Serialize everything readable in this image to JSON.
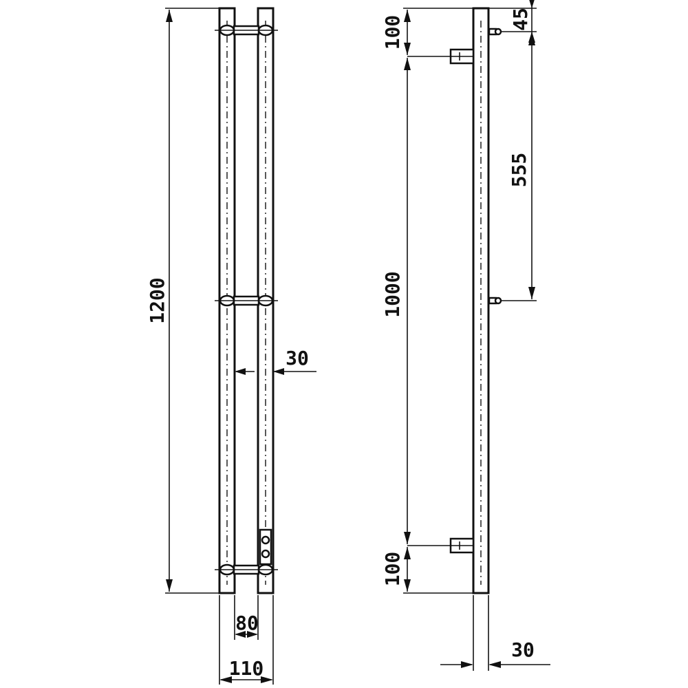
{
  "drawing": {
    "front_view": {
      "dim_height": "1200",
      "dim_inner_width": "80",
      "dim_outer_width": "110",
      "dim_rail_width": "30"
    },
    "side_view": {
      "dim_top_offset": "100",
      "dim_mount_spacing": "1000",
      "dim_bottom_offset": "100",
      "dim_bracket_spacing": "555",
      "dim_small_offset": "45",
      "dim_depth": "30"
    }
  }
}
